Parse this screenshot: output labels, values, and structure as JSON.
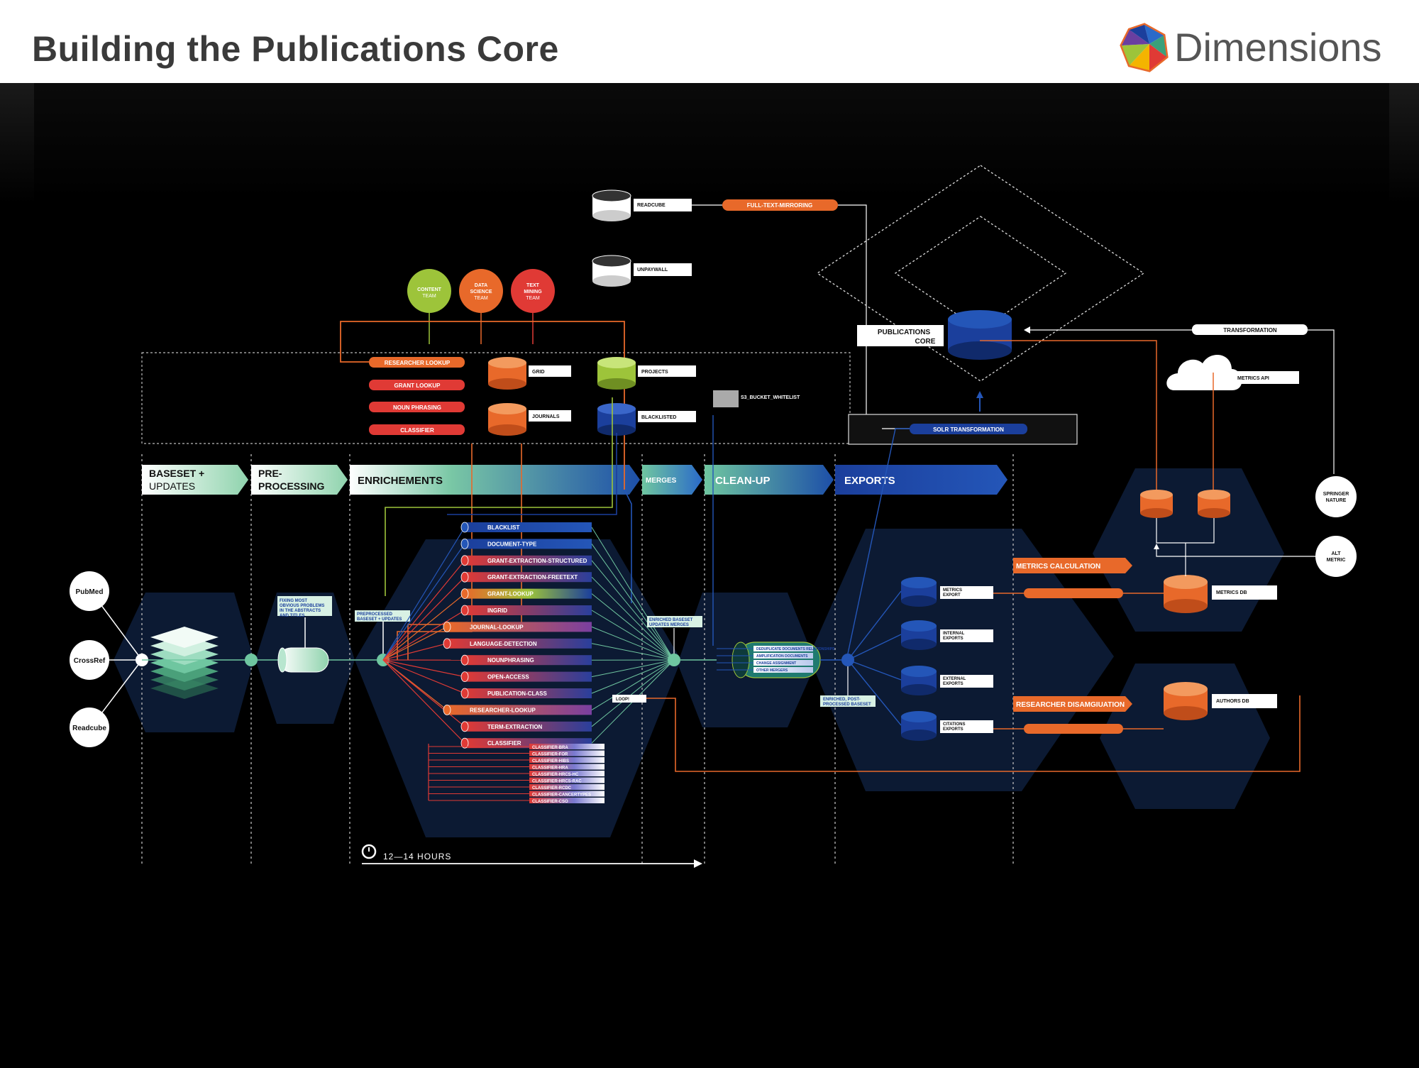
{
  "header": {
    "title": "Building the Publications Core",
    "brand": "Dimensions"
  },
  "colors": {
    "orange": "#e8692a",
    "red": "#e03a35",
    "green": "#9dc43a",
    "blue": "#1b3f9c",
    "teal": "#6fc6a0"
  },
  "stages": [
    {
      "line1": "BASESET +",
      "line2": "UPDATES"
    },
    {
      "line1": "PRE-",
      "line2": "PROCESSING"
    },
    {
      "line1": "ENRICHEMENTS",
      "line2": ""
    },
    {
      "line1": "MERGES",
      "line2": ""
    },
    {
      "line1": "CLEAN-UP",
      "line2": ""
    },
    {
      "line1": "EXPORTS",
      "line2": ""
    }
  ],
  "sources": [
    "PubMed",
    "CrossRef",
    "Readcube"
  ],
  "teams": [
    {
      "line1": "CONTENT",
      "line2": "TEAM",
      "line3": ""
    },
    {
      "line1": "DATA",
      "line2": "SCIENCE",
      "line3": "TEAM"
    },
    {
      "line1": "TEXT",
      "line2": "MINING",
      "line3": "TEAM"
    }
  ],
  "lookups": [
    "RESEARCHER LOOKUP",
    "GRANT LOOKUP",
    "NOUN PHRASING",
    "CLASSIFIER"
  ],
  "databases": {
    "grid": "GRID",
    "journals": "JOURNALS",
    "projects": "PROJECTS",
    "blacklisted": "BLACKLISTED",
    "readcube": "READCUBE",
    "unpaywall": "UNPAYWALL",
    "s3": "S3_BUCKET_WHITELIST"
  },
  "top": {
    "mirroring": "FULL-TEXT-MIRRORING",
    "pub_core1": "PUBLICATIONS",
    "pub_core2": "CORE",
    "solr": "SOLR TRANSFORMATION",
    "transformation": "TRANSFORMATION",
    "metrics_api": "METRICS API"
  },
  "labels": {
    "fixing": [
      "FIXING MOST",
      "OBVIOUS PROBLEMS",
      "IN THE ABSTRACTS",
      "AND TITLES"
    ],
    "preprocessed": [
      "PREPROCESSED",
      "BASESET + UPDATES"
    ],
    "enriched_merges": [
      "ENRICHED BASESET",
      "UPDATES MERGES"
    ],
    "enriched_post": [
      "ENRICHED, POST-",
      "PROCESSED BASESET"
    ],
    "loop": "LOOP!"
  },
  "enrichments": [
    "BLACKLIST",
    "DOCUMENT-TYPE",
    "GRANT-EXTRACTION-STRUCTURED",
    "GRANT-EXTRACTION-FREETEXT",
    "GRANT-LOOKUP",
    "INGRID",
    "JOURNAL-LOOKUP",
    "LANGUAGE-DETECTION",
    "NOUNPHRASING",
    "OPEN-ACCESS",
    "PUBLICATION-CLASS",
    "RESEARCHER-LOOKUP",
    "TERM-EXTRACTION",
    "CLASSIFIER"
  ],
  "classifiers": [
    "CLASSIFIER-BRA",
    "CLASSIFIER-FOR",
    "CLASSIFIER-HIBS",
    "CLASSIFIER-HRA",
    "CLASSIFIER-HRCS-HC",
    "CLASSIFIER-HRCS-RAC",
    "CLASSIFIER-RCDC",
    "CLASSIFIER-CANCERTYPES",
    "CLASSIFIER-CSO"
  ],
  "cleanup_steps": [
    "DEDUPLICATE DOCUMENTS RELATIONSHIPS",
    "AMPLIFICATION DOCUMENTS",
    "CHANGE ASSIGNMENT",
    "OTHER MERGERS"
  ],
  "exports": [
    {
      "line1": "METRICS",
      "line2": "EXPORT"
    },
    {
      "line1": "INTERNAL",
      "line2": "EXPORTS"
    },
    {
      "line1": "EXTERNAL",
      "line2": "EXPORTS"
    },
    {
      "line1": "CITATIONS",
      "line2": "EXPORTS"
    }
  ],
  "calc": {
    "metrics": "METRICS CALCULATION",
    "researcher": "RESEARCHER DISAMGIUATION"
  },
  "dbs": {
    "metrics": "METRICS DB",
    "authors": "AUTHORS DB"
  },
  "partners": [
    {
      "line1": "SPRINGER",
      "line2": "NATURE"
    },
    {
      "line1": "ALT",
      "line2": "METRIC"
    }
  ],
  "timeline": "12—14 HOURS"
}
